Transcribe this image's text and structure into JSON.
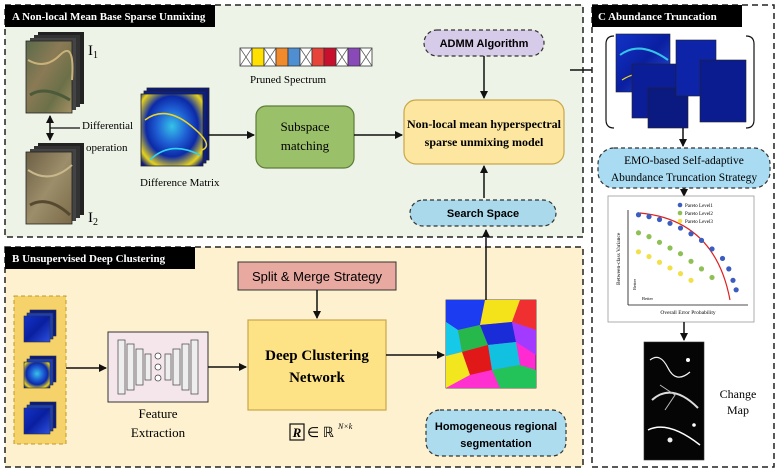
{
  "panel_a": {
    "title": "A   Non-local Mean Base Sparse Unmixing",
    "image_label_1": "I",
    "image_label_1_sub": "1",
    "image_label_2": "I",
    "image_label_2_sub": "2",
    "differential_line1": "Differential",
    "differential_line2": "operation",
    "difference_matrix": "Difference Matrix",
    "pruned_spectrum": "Pruned Spectrum",
    "admm": "ADMM Algorithm",
    "subspace_line1": "Subspace",
    "subspace_line2": "matching",
    "model_line1": "Non-local mean hyperspectral",
    "model_line2": "sparse unmixing model",
    "search_space": "Search Space"
  },
  "panel_b": {
    "title": "B   Unsupervised Deep Clustering",
    "split_merge": "Split & Merge Strategy",
    "feature_line1": "Feature",
    "feature_line2": "Extraction",
    "dcn_line1": "Deep Clustering",
    "dcn_line2": "Network",
    "formula_r": "R",
    "formula_rest": "∈ ℝ",
    "formula_sup": "N×k",
    "homog_line1": "Homogeneous regional",
    "homog_line2": "segmentation"
  },
  "panel_c": {
    "title": "C   Abundance Truncation",
    "emo_line1": "EMO-based Self-adaptive",
    "emo_line2": "Abundance  Truncation Strategy",
    "legend": [
      "Pareto Level1",
      "Pareto Level2",
      "Pareto Level3"
    ],
    "y_label": "Between-class Variance",
    "x_label": "Overall Error Probability",
    "better_y": "Better",
    "better_x": "Better",
    "change_map_line1": "Change",
    "change_map_line2": "Map"
  },
  "colors": {
    "panel_a_bg": "#eef3e8",
    "panel_b_bg": "#fdf1cf",
    "panel_c_bg": "#ffffff",
    "admm_fill": "#d6cbe8",
    "subspace_fill": "#9bc06a",
    "model_fill": "#fde7a0",
    "search_fill": "#a9d9ea",
    "split_fill": "#e8a9a0",
    "dcn_fill": "#fde385",
    "homog_fill": "#aedcef",
    "emo_fill": "#a9dcf2",
    "pareto1": "#3a5dbf",
    "pareto2": "#8fc055",
    "pareto3": "#f2e04a"
  },
  "spectrum_colors": [
    "#ffffff",
    "#ffe000",
    "#ffffff",
    "#f08a2a",
    "#4f8fd1",
    "#ffffff",
    "#e8433a",
    "#c8102e",
    "#ffffff",
    "#8a49b8",
    "#ffffff"
  ],
  "scatter_data": {
    "level1": [
      [
        1,
        9.5
      ],
      [
        2,
        9.3
      ],
      [
        3,
        9.0
      ],
      [
        4,
        8.6
      ],
      [
        5,
        8.1
      ],
      [
        6,
        7.5
      ],
      [
        7,
        6.8
      ],
      [
        8,
        5.9
      ],
      [
        9,
        4.9
      ],
      [
        9.6,
        3.8
      ],
      [
        10,
        2.6
      ],
      [
        10.3,
        1.6
      ]
    ],
    "level2": [
      [
        1,
        7.6
      ],
      [
        2,
        7.2
      ],
      [
        3,
        6.6
      ],
      [
        4,
        6.0
      ],
      [
        5,
        5.4
      ],
      [
        6,
        4.6
      ],
      [
        7,
        3.8
      ],
      [
        8,
        2.9
      ]
    ],
    "level3": [
      [
        1,
        5.6
      ],
      [
        2,
        5.1
      ],
      [
        3,
        4.5
      ],
      [
        4,
        3.9
      ],
      [
        5,
        3.3
      ],
      [
        6,
        2.6
      ]
    ]
  }
}
